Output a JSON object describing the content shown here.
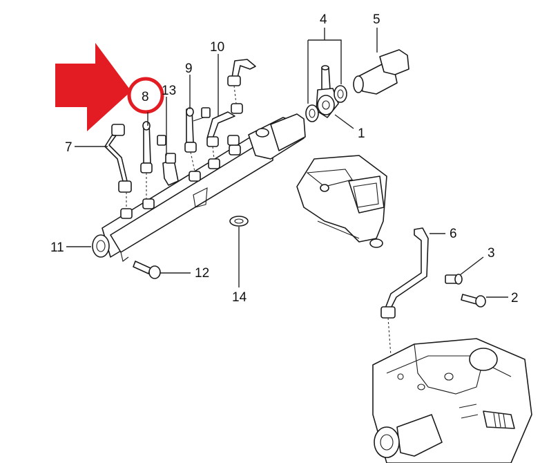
{
  "callouts": {
    "c1": "1",
    "c2": "2",
    "c3": "3",
    "c4": "4",
    "c5": "5",
    "c6": "6",
    "c7": "7",
    "c8": "8",
    "c9": "9",
    "c10": "10",
    "c11": "11",
    "c12": "12",
    "c13": "13",
    "c14": "14"
  },
  "highlight": {
    "target_label": "8",
    "color": "#e31b23"
  },
  "arrow": {
    "color": "#e31b23",
    "icon": "arrow-right-icon"
  }
}
